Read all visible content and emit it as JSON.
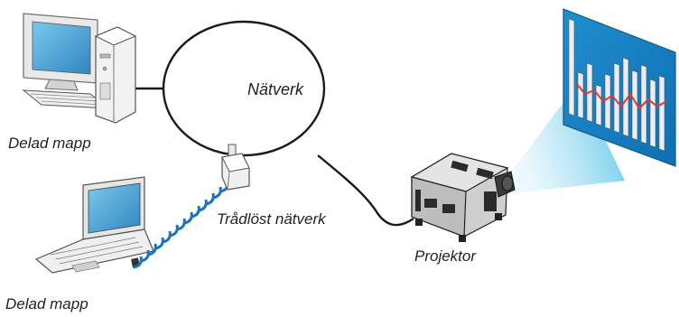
{
  "network": {
    "label": "Nätverk"
  },
  "desktop": {
    "label": "Delad mapp"
  },
  "laptop": {
    "label": "Delad mapp"
  },
  "wireless": {
    "label": "Trådlöst nätverk"
  },
  "projector": {
    "label": "Projektor"
  },
  "colors": {
    "line": "#1a1a1a",
    "screen_blue": "#2f9fd6",
    "beam_cyan": "#7fd3ea",
    "wifi_blue": "#1e73be",
    "device_gray": "#d9d9d9",
    "projector_dark": "#2b2b2b",
    "trend_red": "#e23b2c"
  },
  "icons": [
    "desktop-computer-icon",
    "laptop-computer-icon",
    "wireless-access-point-icon",
    "projector-icon",
    "projection-screen-icon"
  ]
}
